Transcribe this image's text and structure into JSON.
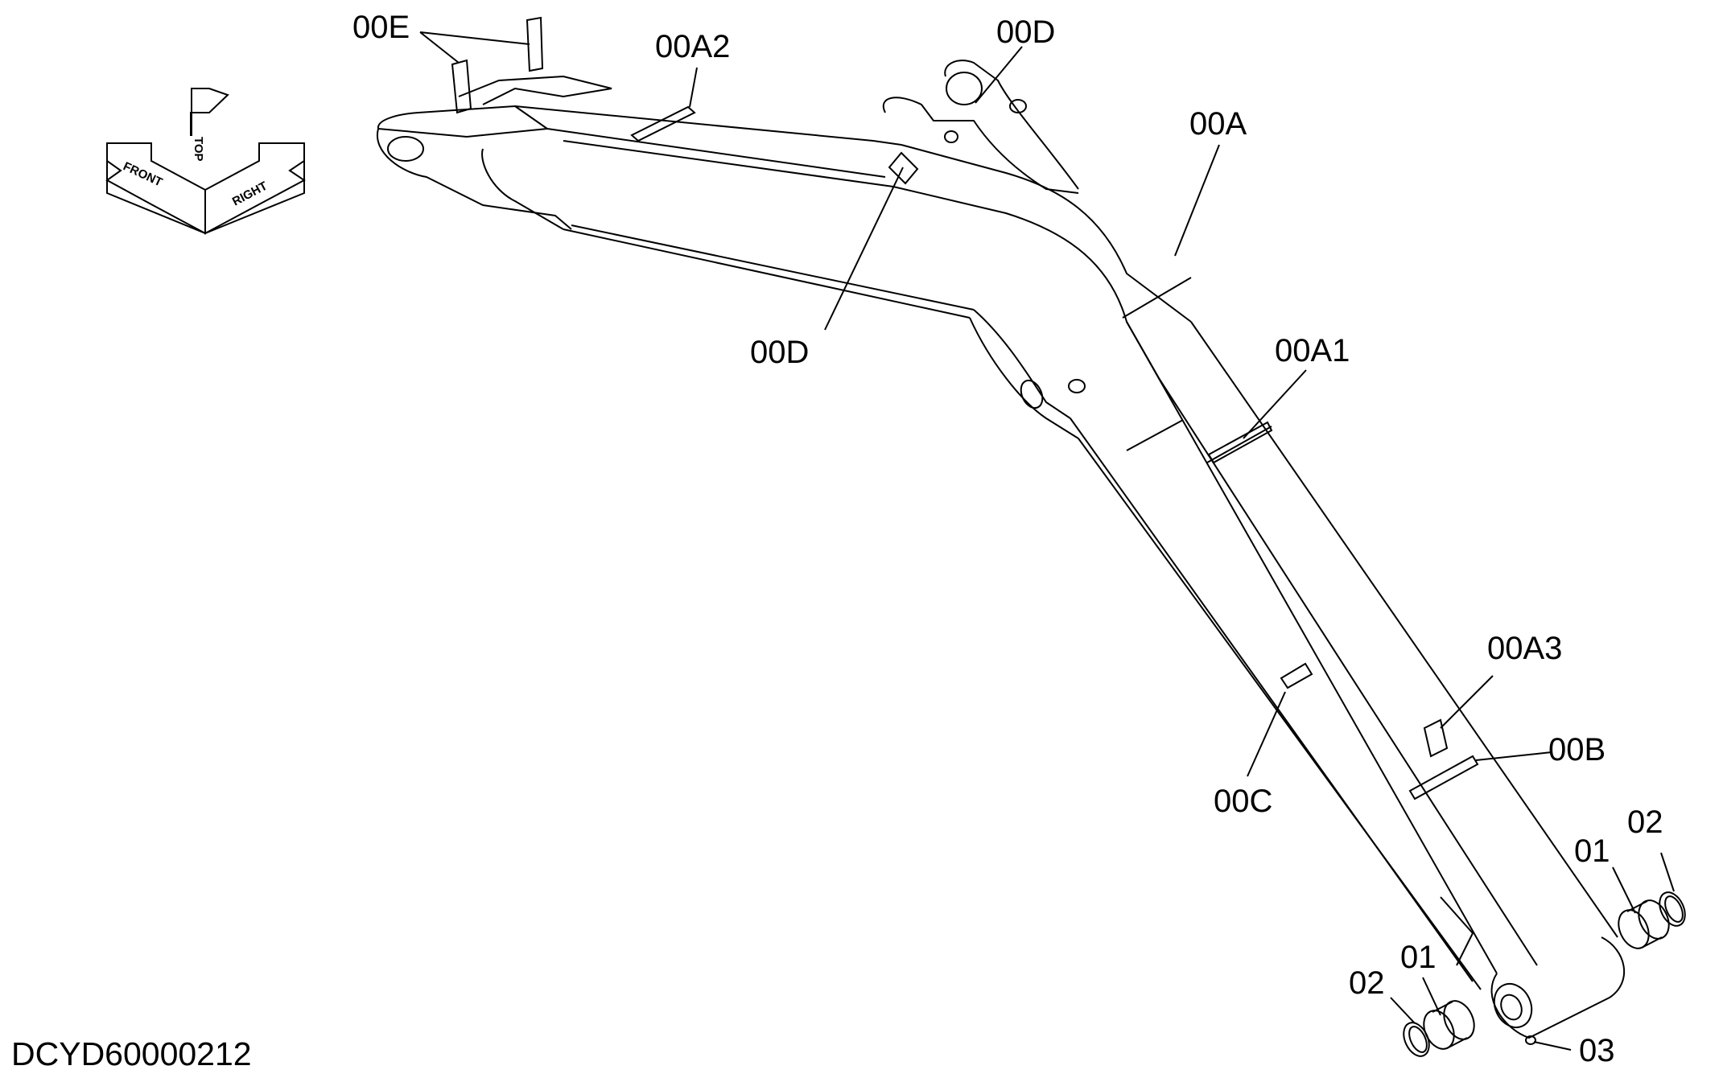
{
  "diagram": {
    "document_id": "DCYD60000212",
    "orientation_indicator": {
      "front": "FRONT",
      "top": "TOP",
      "right": "RIGHT"
    },
    "callouts": {
      "c00E": "00E",
      "c00A2": "00A2",
      "c00D_top": "00D",
      "c00A": "00A",
      "c00D_mid": "00D",
      "c00A1": "00A1",
      "c00A3": "00A3",
      "c00B": "00B",
      "c00C": "00C",
      "c01_right": "01",
      "c02_right": "02",
      "c01_left": "01",
      "c02_left": "02",
      "c03": "03"
    }
  }
}
